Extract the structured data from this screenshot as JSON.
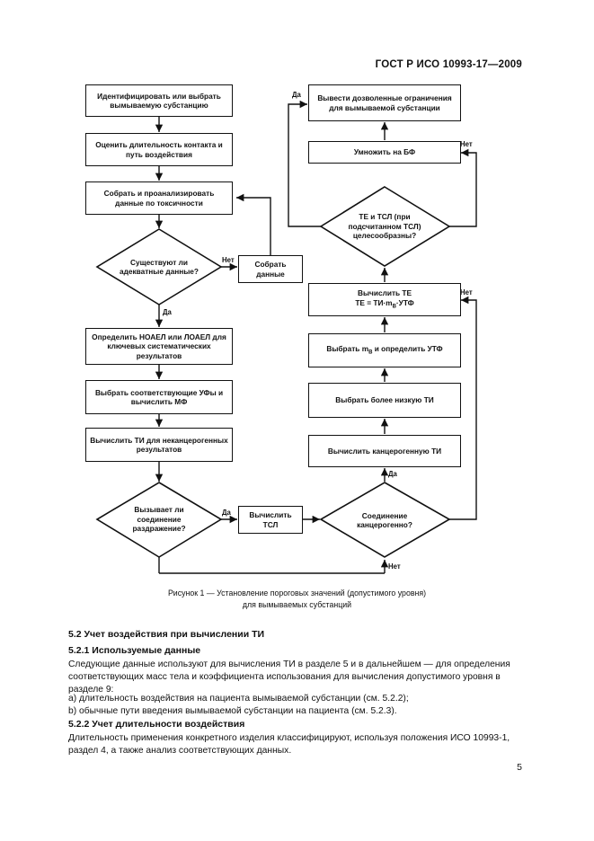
{
  "header": {
    "doc_id": "ГОСТ Р ИСО 10993-17—2009"
  },
  "flowchart": {
    "left": {
      "identify": "Идентифицировать или выбрать вымываемую субстанцию",
      "assess": "Оценить длительность контакта и путь воздействия",
      "collect_analyze": "Собрать и проанализировать данные по токсичности",
      "adequate_q": "Существуют ли адекватные данные?",
      "collect": "Собрать данные",
      "noael": "Определить НОАЕЛ или ЛОАЕЛ для ключевых систематических результатов",
      "uf": "Выбрать соответствующие УФы и вычислить МФ",
      "ti_noncarc": "Вычислить ТИ для неканцерогенных результатов",
      "irritation_q": "Вызывает ли соединение раздражение?",
      "tcl": "Вычислить ТСЛ"
    },
    "right": {
      "derive": "Вывести дозволенные ограничения для вымываемой субстанции",
      "multiply": "Умножить на БФ",
      "te_q": "ТЕ и ТСЛ (при подсчитанном ТСЛ) целесообразны?",
      "te_calc_1": "Вычислить ТЕ",
      "te_calc_2": "ТЕ = ТИ·m",
      "te_calc_sub": "B",
      "te_calc_3": "·УТФ",
      "select_mb_1": "Выбрать m",
      "select_mb_sub": "B",
      "select_mb_2": " и определить УТФ",
      "lower_ti": "Выбрать более низкую ТИ",
      "carc_ti": "Вычислить канцерогенную ТИ",
      "carc_q": "Соединение канцерогенно?"
    },
    "labels": {
      "yes": "Да",
      "no": "Нет"
    }
  },
  "caption": {
    "line1": "Рисунок  1 — Установление пороговых значений (допустимого уровня)",
    "line2": "для вымываемых субстанций"
  },
  "section_5_2": {
    "title": "5.2  Учет воздействия при вычислении ТИ"
  },
  "section_5_2_1": {
    "title": "5.2.1  Используемые данные",
    "body": "Следующие данные используют для вычисления ТИ в разделе 5 и в дальнейшем — для определения соответствующих масс тела и коэффициента использования для вычисления допустимого уровня в разделе 9:",
    "item_a": "a)  длительность воздействия на пациента вымываемой субстанции (см. 5.2.2);",
    "item_b": "b)  обычные пути введения вымываемой субстанции на пациента (см. 5.2.3)."
  },
  "section_5_2_2": {
    "title": "5.2.2  Учет длительности воздействия",
    "body": "Длительность применения конкретного изделия классифицируют, используя положения ИСО 10993-1, раздел 4, а также анализ соответствующих данных."
  },
  "page_number": "5"
}
